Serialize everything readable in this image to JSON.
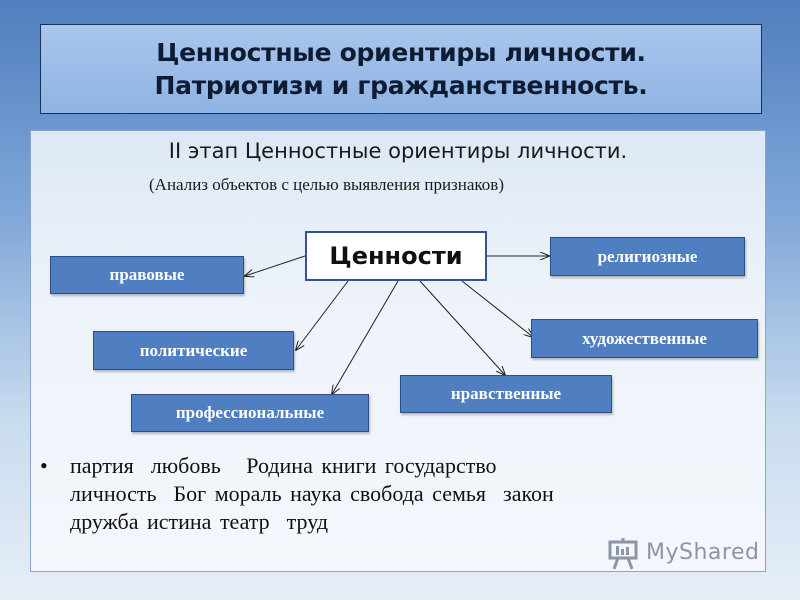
{
  "title": {
    "line1": "Ценностные ориентиры личности.",
    "line2": "Патриотизм и гражданственность."
  },
  "stage": "II этап Ценностные ориентиры личности.",
  "subtitle": "(Анализ объектов с целью выявления признаков)",
  "diagram": {
    "center": "Ценности",
    "nodes": {
      "pravovye": "правовые",
      "religioznye": "религиозные",
      "politicheskie": "политические",
      "khudozhestvennye": "художественные",
      "nravstvennye": "нравственные",
      "professionalnye": "профессиональные"
    }
  },
  "bullet": {
    "line1": "партия  любовь   Родина книги государство",
    "line2": "личность  Бог мораль наука свобода семья  закон",
    "line3": "дружба истина театр  труд"
  },
  "logo": {
    "text": "MyShared",
    "icon": "presentation-board-icon"
  },
  "colors": {
    "tag_fill": "#4f7fc0",
    "center_border": "#2f5597",
    "title_fill": "#a9c6ec"
  }
}
